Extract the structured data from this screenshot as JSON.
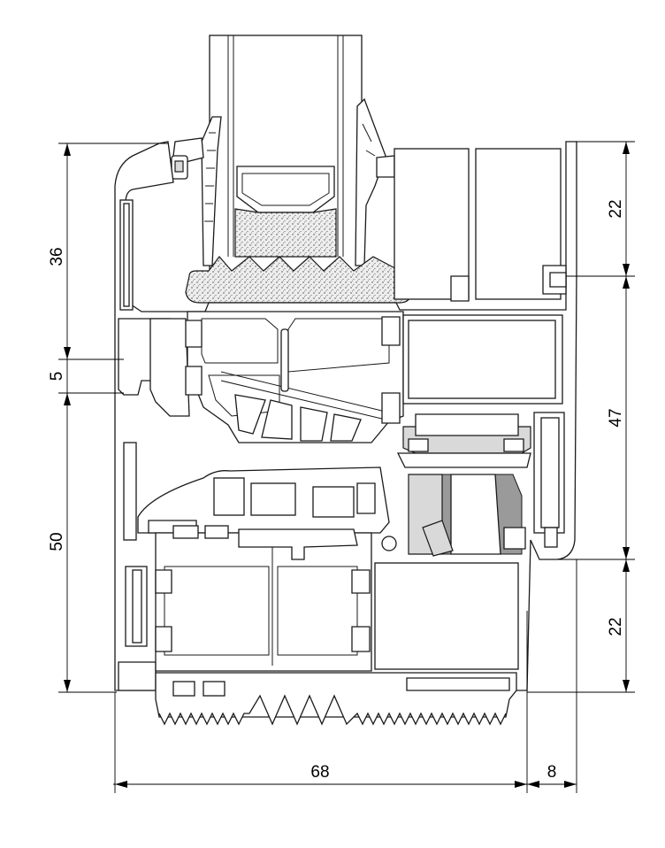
{
  "dimensions": {
    "left_top": "36",
    "left_middle": "5",
    "left_bottom": "50",
    "right_top": "22",
    "right_middle": "47",
    "right_bottom": "22",
    "bottom_main": "68",
    "bottom_small": "8"
  }
}
